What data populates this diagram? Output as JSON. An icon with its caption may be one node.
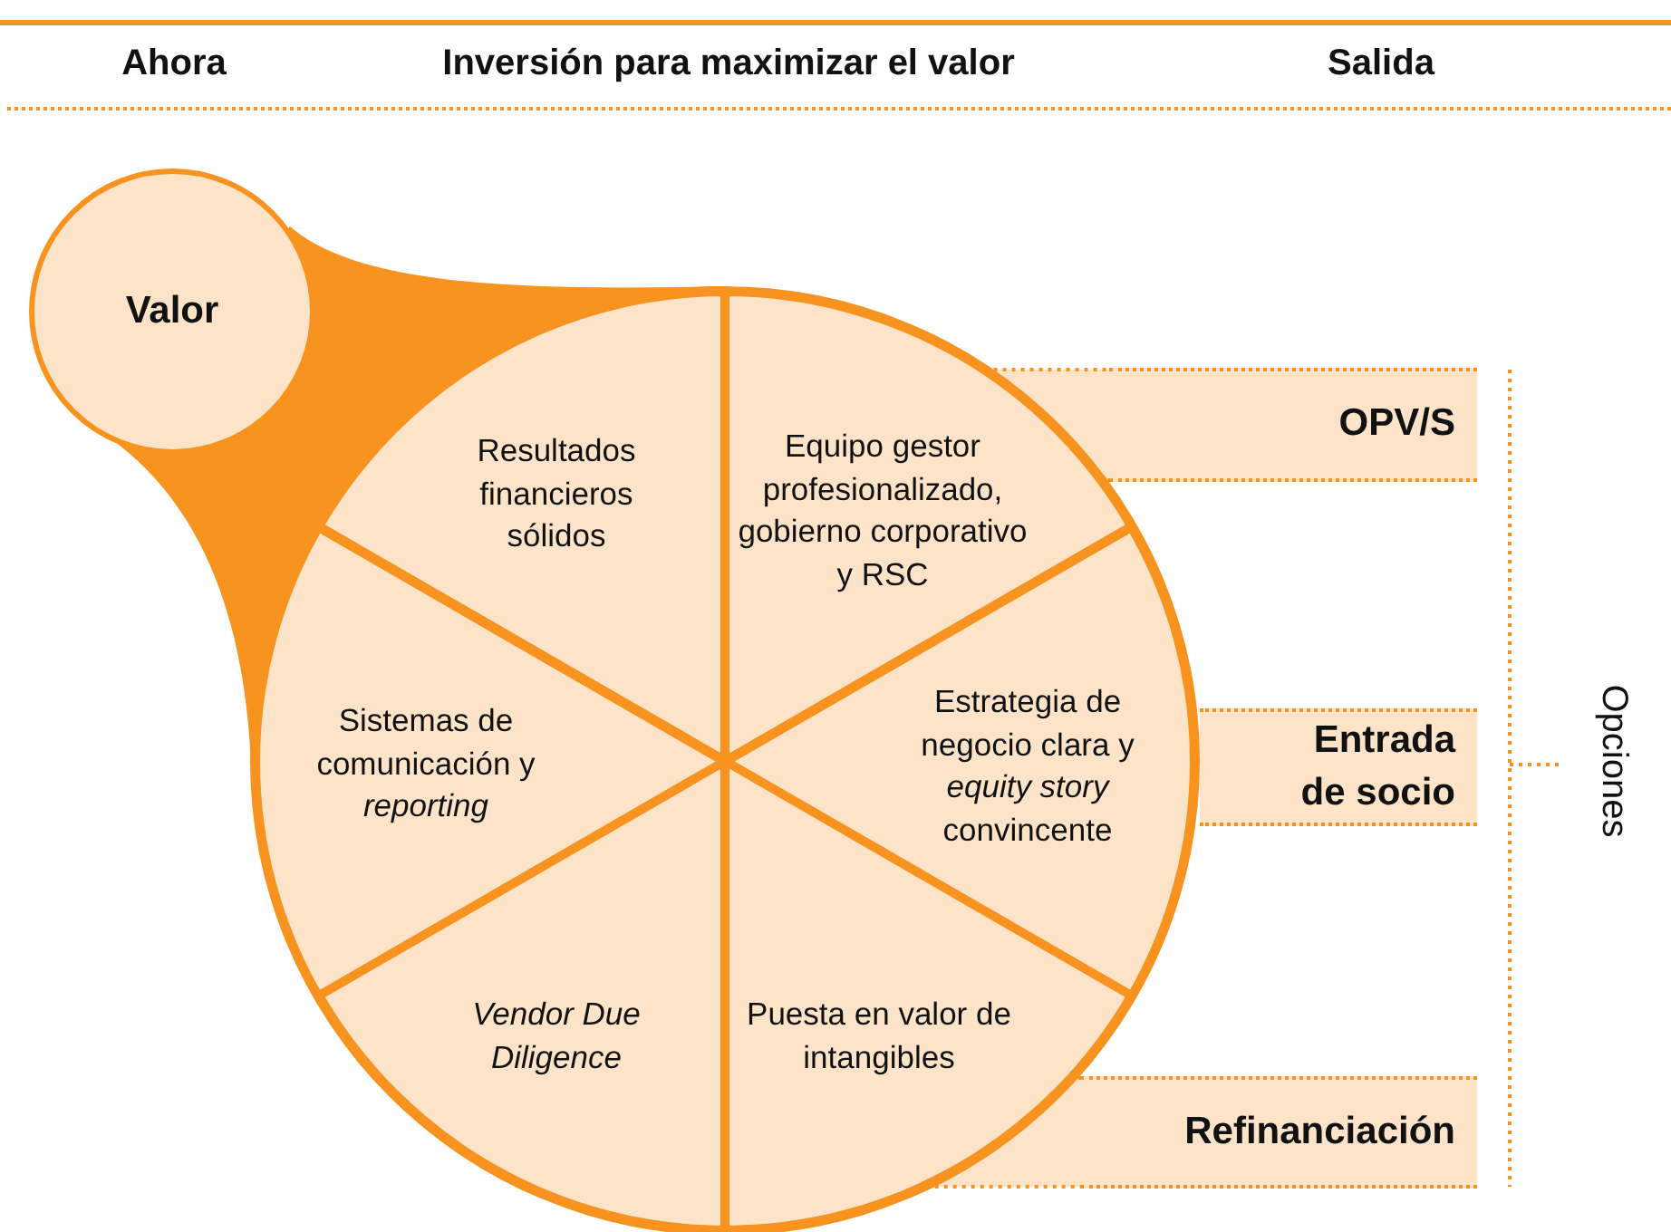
{
  "diagram": {
    "nodes": [
      {
        "text": [
          "Valor"
        ]
      },
      {
        "text": [
          "Resultados financieros sólidos"
        ]
      },
      {
        "text": [
          "Equipo gestor profesionalizado, gobierno corporativo y RSC"
        ]
      },
      {
        "text": [
          "Sistemas de comunicación y *reporting*"
        ]
      },
      {
        "text": [
          "Estrategia de negocio clara y *equity story* convincente"
        ]
      },
      {
        "text": [
          "*Vendor Due Diligence*"
        ]
      },
      {
        "text": [
          "Puesta en valor de intangibles"
        ]
      },
      {
        "text": [
          "OPV/S"
        ]
      },
      {
        "text": [
          "Entrada de socio"
        ]
      },
      {
        "text": [
          "Refinanciación"
        ]
      }
    ],
    "labels": [
      "Ahora",
      "Inversión para maximizar el valor",
      "Salida",
      "Opciones"
    ]
  }
}
